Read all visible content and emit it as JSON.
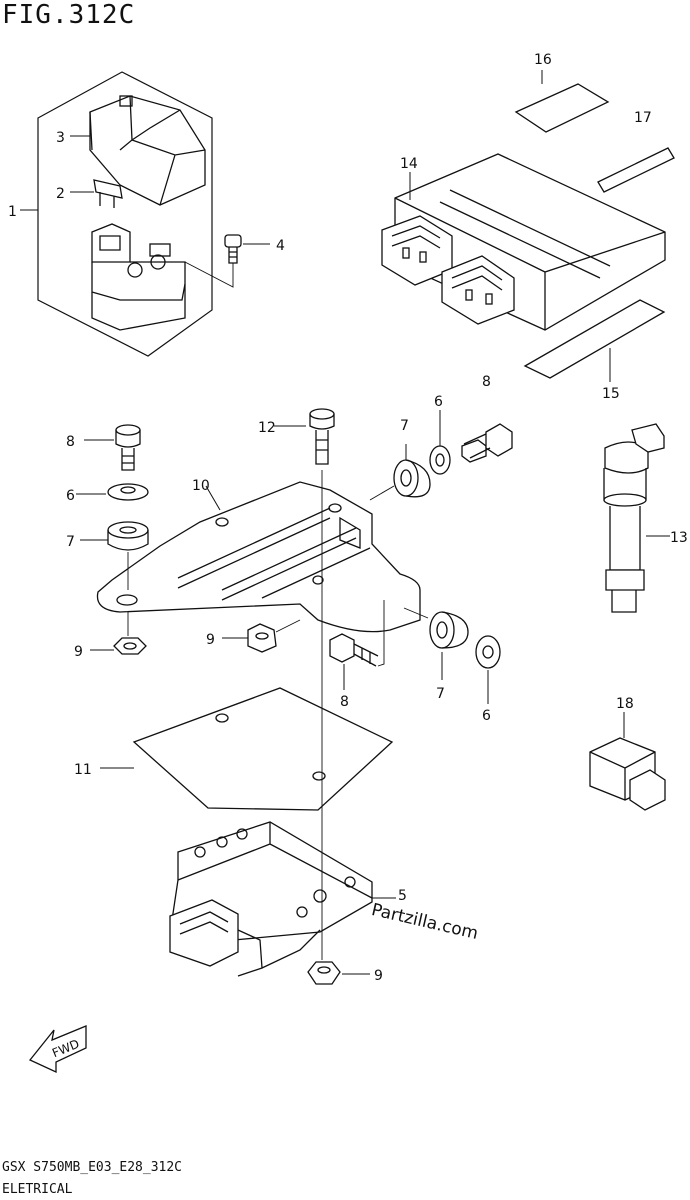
{
  "title": "FIG.312C",
  "footer": {
    "code": "GSX S750MB_E03_E28_312C",
    "section": "ELETRICAL"
  },
  "watermark": "Partzilla.com",
  "fwd_label": "FWD",
  "callouts": {
    "c1": "1",
    "c2": "2",
    "c3": "3",
    "c4": "4",
    "c5": "5",
    "c6a": "6",
    "c6b": "6",
    "c6c": "6",
    "c7a": "7",
    "c7b": "7",
    "c7c": "7",
    "c8a": "8",
    "c8b": "8",
    "c8c": "8",
    "c9a": "9",
    "c9b": "9",
    "c9c": "9",
    "c10": "10",
    "c11": "11",
    "c12": "12",
    "c13": "13",
    "c14": "14",
    "c15": "15",
    "c16": "16",
    "c17": "17",
    "c18": "18"
  }
}
